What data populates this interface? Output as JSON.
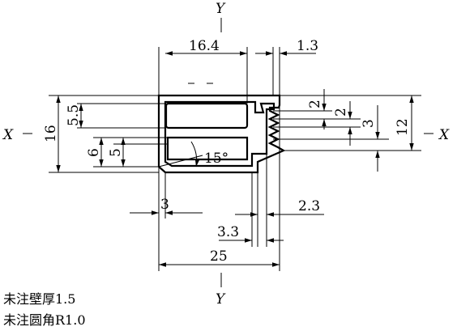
{
  "axes": {
    "y_top": "Y",
    "y_bottom": "Y",
    "x_left": "X",
    "x_right": "X"
  },
  "dimensions": {
    "width_top": "16.4",
    "gap_top": "1.3",
    "height_total": "16",
    "slot_height": "5.5",
    "lower_outer": "6",
    "lower_inner": "5",
    "angle": "15°",
    "right_2a": "2",
    "right_2b": "2",
    "right_3": "3",
    "right_12": "12",
    "bottom_3": "3",
    "bottom_2_3": "2.3",
    "bottom_3_3": "3.3",
    "total_width": "25"
  },
  "notes": [
    "未注壁厚1.5",
    "未注圆角R1.0"
  ]
}
